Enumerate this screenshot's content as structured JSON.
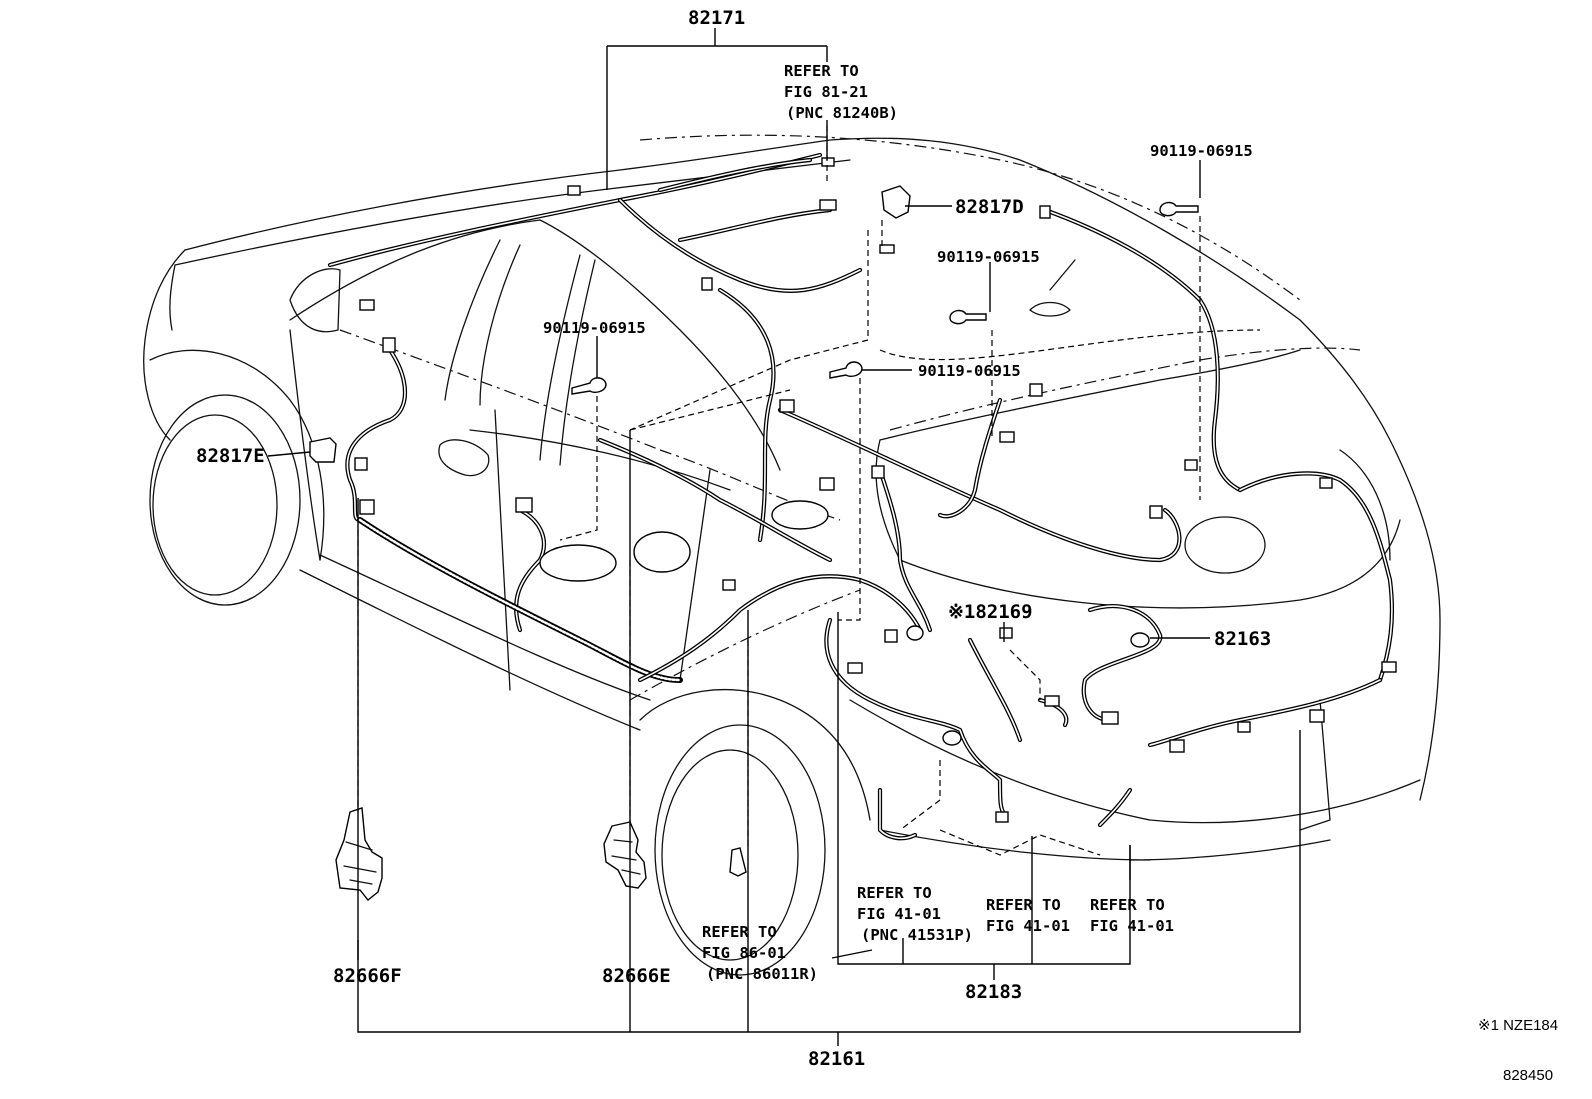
{
  "callouts": {
    "p82171": "82171",
    "p82817D": "82817D",
    "p82817E": "82817E",
    "p82163": "82163",
    "p82169": "※182169",
    "p82183": "82183",
    "p82161": "82161",
    "p82666F": "82666F",
    "p82666E": "82666E",
    "bolt_top_right": "90119-06915",
    "bolt_roof": "90119-06915",
    "bolt_left_door": "90119-06915",
    "bolt_center": "90119-06915"
  },
  "references": {
    "fig81": {
      "line1": "REFER TO",
      "line2": "FIG 81-21",
      "line3": "(PNC 81240B)"
    },
    "fig41a": {
      "line1": "REFER TO",
      "line2": "FIG 41-01",
      "line3": "(PNC 41531P)"
    },
    "fig41b": {
      "line1": "REFER TO",
      "line2": "FIG 41-01"
    },
    "fig41c": {
      "line1": "REFER TO",
      "line2": "FIG 41-01"
    },
    "fig86": {
      "line1": "REFER TO",
      "line2": "FIG 86-01",
      "line3": "(PNC 86011R)"
    }
  },
  "footnote": "※1 NZE184",
  "diagram_id": "828450"
}
